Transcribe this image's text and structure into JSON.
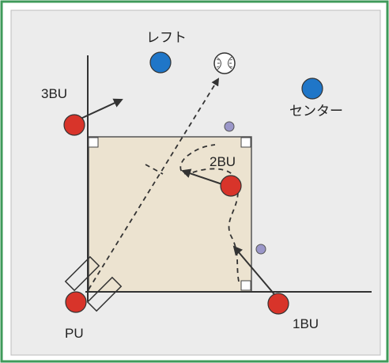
{
  "colors": {
    "frame": "#3f9a5a",
    "background": "#ececec",
    "infield": "#ece3d0",
    "lines": "#333333",
    "runner": "#d8342a",
    "fielder": "#1f76c8",
    "small_marker": "#9b97c9"
  },
  "labels": {
    "left_fielder": "レフト",
    "center_fielder": "センター",
    "runner_third": "3BU",
    "runner_second": "2BU",
    "runner_first": "1BU",
    "pitcher_runner": "PU"
  },
  "icons": {
    "ball": "baseball-icon",
    "arrow": "arrow-icon"
  }
}
